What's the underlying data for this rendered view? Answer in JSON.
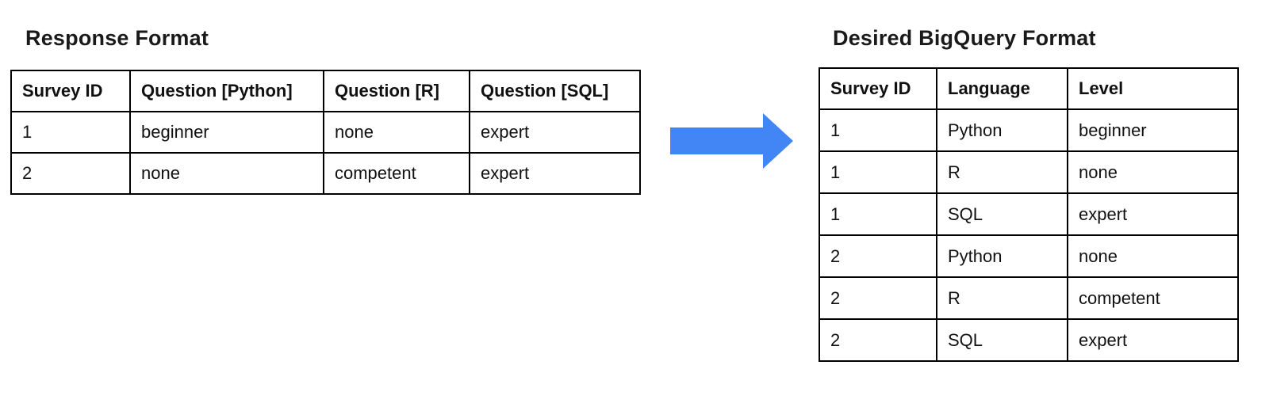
{
  "left_panel": {
    "title": "Response Format",
    "table": {
      "headers": [
        "Survey ID",
        "Question [Python]",
        "Question [R]",
        "Question [SQL]"
      ],
      "rows": [
        [
          "1",
          "beginner",
          "none",
          "expert"
        ],
        [
          "2",
          "none",
          "competent",
          "expert"
        ]
      ]
    }
  },
  "arrow": {
    "direction": "right",
    "color": "#4285f4"
  },
  "right_panel": {
    "title": "Desired BigQuery Format",
    "table": {
      "headers": [
        "Survey ID",
        "Language",
        "Level"
      ],
      "rows": [
        [
          "1",
          "Python",
          "beginner"
        ],
        [
          "1",
          "R",
          "none"
        ],
        [
          "1",
          "SQL",
          "expert"
        ],
        [
          "2",
          "Python",
          "none"
        ],
        [
          "2",
          "R",
          "competent"
        ],
        [
          "2",
          "SQL",
          "expert"
        ]
      ]
    }
  }
}
